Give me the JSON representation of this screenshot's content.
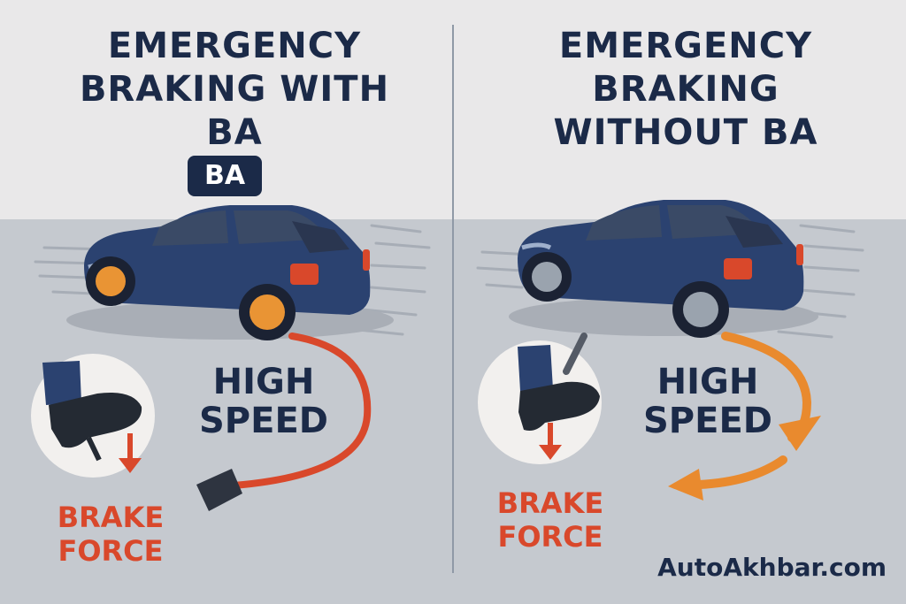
{
  "left_panel": {
    "title_line1": "EMERGENCY",
    "title_line2": "BRAKING WITH",
    "title_line3": "BA",
    "badge": "BA",
    "speed_line1": "HIGH",
    "speed_line2": "SPEED",
    "brake_line1": "BRAKE",
    "brake_line2": "FORCE"
  },
  "right_panel": {
    "title_line1": "EMERGENCY",
    "title_line2": "BRAKING",
    "title_line3": "WITHOUT BA",
    "speed_line1": "HIGH",
    "speed_line2": "SPEED",
    "brake_line1": "BRAKE",
    "brake_line2": "FORCE"
  },
  "watermark": "AutoAkhbar.com",
  "colors": {
    "navy": "#1b2a48",
    "car_body": "#2b4270",
    "brake_red": "#d9482b",
    "arrow_orange": "#e98a2e",
    "wheel_orange": "#e99434"
  }
}
